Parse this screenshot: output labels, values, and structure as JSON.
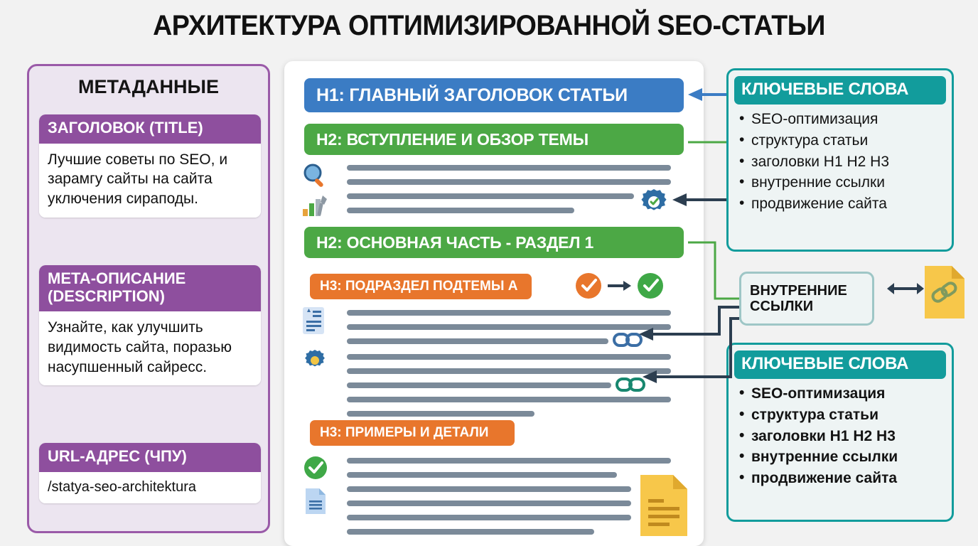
{
  "title": "АРХИТЕКТУРА ОПТИМИЗИРОВАННОЙ SEO-СТАТЬИ",
  "colors": {
    "background": "#f2f2f2",
    "h1_blue": "#3b7cc4",
    "h2_green": "#4ca845",
    "h3_orange": "#e8762c",
    "meta_purple": "#8e4f9e",
    "keyword_teal": "#129c9c",
    "text_line_gray": "#7b8a99",
    "doc_yellow": "#f6c council"
  },
  "meta_panel": {
    "heading": "МЕТАДАННЫЕ",
    "cards": [
      {
        "head": "ЗАГОЛОВОК (TITLE)",
        "body": "Лучшие советы по SEO, и зарамгу сайты на сайта уключения сираподы."
      },
      {
        "head": "META-ОПИСАНИЕ (DESCRIPTION)",
        "body": "Узнайте, как улучшить видимость сайта, поразью насупшенный сайресс."
      },
      {
        "head": "URL-АДРЕС (ЧПУ)",
        "body": "/statya-seo-architektura"
      }
    ]
  },
  "document": {
    "h1": "H1: ГЛАВНЫЙ ЗАГОЛОВОК СТАТЬИ",
    "h2_intro": "H2: ВСТУПЛЕНИЕ И ОБЗОР ТЕМЫ",
    "h2_section1": "H2: ОСНОВНАЯ ЧАСТЬ - РАЗДЕЛ 1",
    "h3_subtopic_a": "H3: ПОДРАЗДЕЛ ПОДТЕМЫ А",
    "h3_examples": "H3: ПРИМЕРЫ И ДЕТАЛИ"
  },
  "keywords_box_top": {
    "heading": "КЛЮЧЕВЫЕ СЛОВА",
    "items": [
      "SEO-оптимизация",
      "структура статьи",
      "заголовки H1 H2 H3",
      "внутренние ссылки",
      "продвижение сайта"
    ]
  },
  "keywords_box_bottom": {
    "heading": "КЛЮЧЕВЫЕ СЛОВА",
    "items": [
      "SEO-оптимизация",
      "структура статьи",
      "заголовки H1 H2 H3",
      "внутренние ссылки",
      "продвижение сайта"
    ]
  },
  "internal_links_box": {
    "line1": "ВНУТРЕННИЕ",
    "line2": "ССЫЛКИ"
  }
}
